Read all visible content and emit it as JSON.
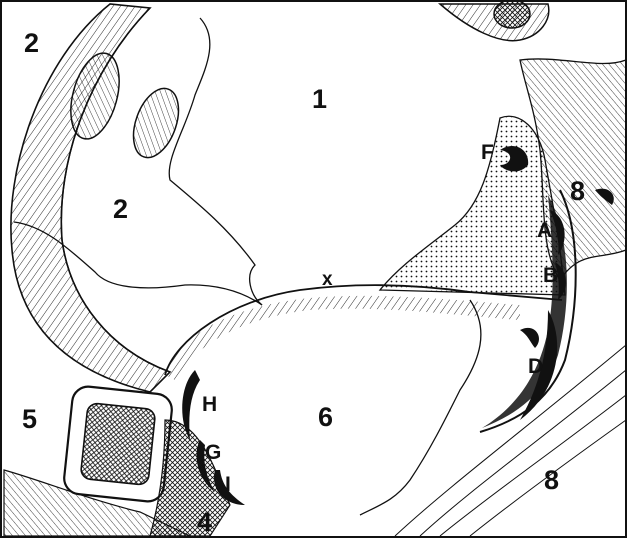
{
  "diagram": {
    "regions": [
      {
        "id": "r1",
        "label": "1"
      },
      {
        "id": "r2a",
        "label": "2"
      },
      {
        "id": "r2b",
        "label": "2"
      },
      {
        "id": "r4",
        "label": "4"
      },
      {
        "id": "r5",
        "label": "5"
      },
      {
        "id": "r6",
        "label": "6"
      },
      {
        "id": "r8a",
        "label": "8"
      },
      {
        "id": "r8b",
        "label": "8"
      }
    ],
    "facets": [
      {
        "id": "A",
        "label": "A"
      },
      {
        "id": "B",
        "label": "B"
      },
      {
        "id": "D",
        "label": "D"
      },
      {
        "id": "F",
        "label": "F"
      },
      {
        "id": "G",
        "label": "G"
      },
      {
        "id": "H",
        "label": "H"
      },
      {
        "id": "I",
        "label": "I"
      }
    ],
    "point_marker": "x",
    "colors": {
      "ink": "#111111",
      "paper": "#ffffff"
    }
  }
}
